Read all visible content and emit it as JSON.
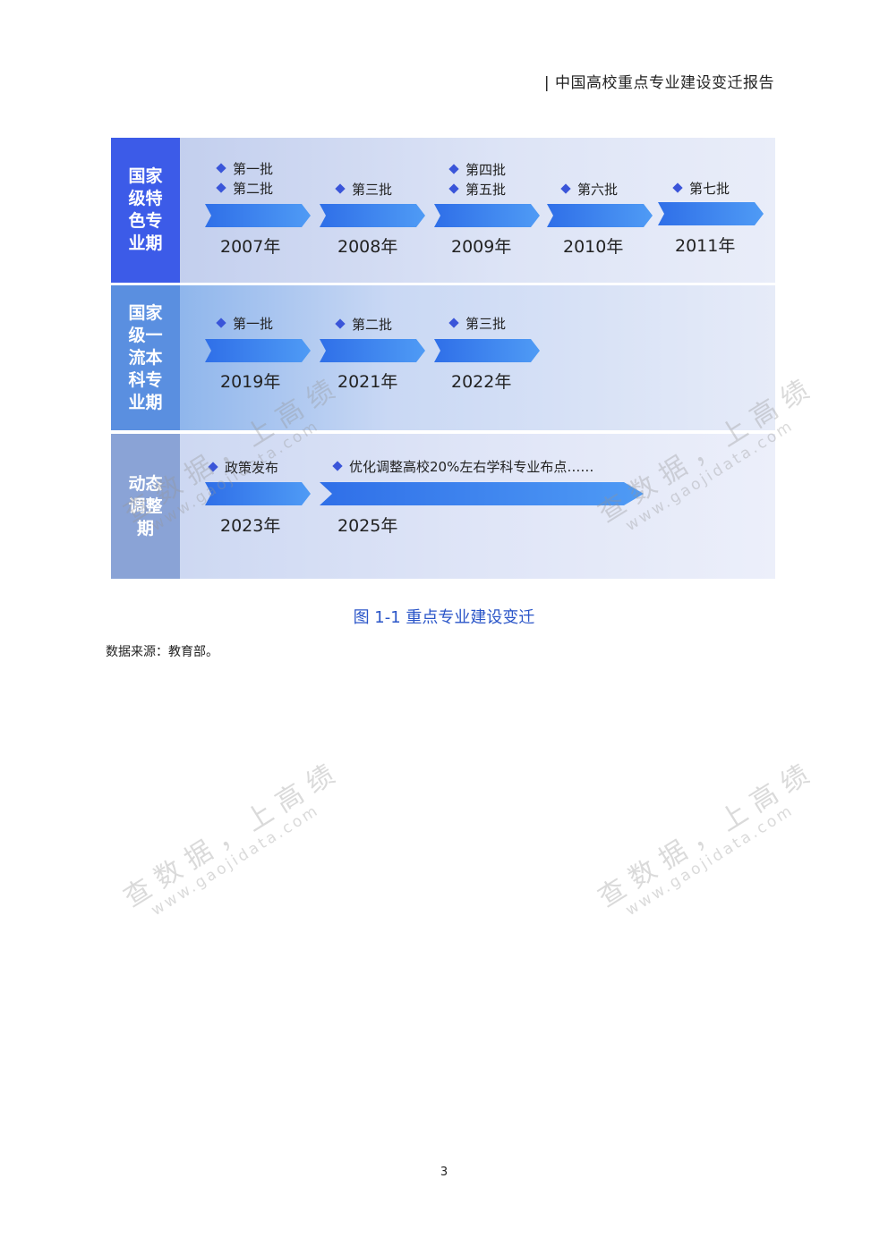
{
  "header": {
    "title": "| 中国高校重点专业建设变迁报告"
  },
  "bands": [
    {
      "label": "国家级特色专业期",
      "years": [
        "2007年",
        "2008年",
        "2009年",
        "2010年",
        "2011年"
      ],
      "batches": [
        "第一批",
        "第二批",
        "第三批",
        "第四批",
        "第五批",
        "第六批",
        "第七批"
      ]
    },
    {
      "label": "国家级一流本科专业期",
      "years": [
        "2019年",
        "2021年",
        "2022年"
      ],
      "batches": [
        "第一批",
        "第二批",
        "第三批"
      ]
    },
    {
      "label": "动态调整期",
      "years": [
        "2023年",
        "2025年"
      ],
      "batches": [
        "政策发布",
        "优化调整高校20%左右学科专业布点……"
      ]
    }
  ],
  "caption": "图 1-1  重点专业建设变迁",
  "source": "数据来源：教育部。",
  "page_number": "3",
  "watermark": {
    "cn": "查数据，上高绩",
    "url": "www.gaojidata.com"
  },
  "colors": {
    "accent": "#3c5be8",
    "arrow": "#3a7ff0",
    "caption": "#2a55c8"
  }
}
